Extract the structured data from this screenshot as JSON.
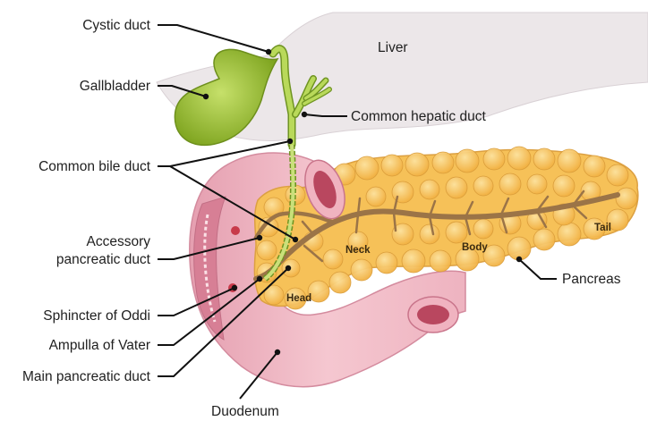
{
  "labels": {
    "cystic_duct": "Cystic duct",
    "gallbladder": "Gallbladder",
    "common_bile_duct": "Common bile duct",
    "accessory_pancreatic_duct_line1": "Accessory",
    "accessory_pancreatic_duct_line2": "pancreatic duct",
    "sphincter_of_oddi": "Sphincter of Oddi",
    "ampulla_of_vater": "Ampulla of Vater",
    "main_pancreatic_duct": "Main pancreatic duct",
    "duodenum": "Duodenum",
    "liver": "Liver",
    "common_hepatic_duct": "Common hepatic duct",
    "pancreas": "Pancreas"
  },
  "regions": {
    "neck": "Neck",
    "body": "Body",
    "head": "Head",
    "tail": "Tail"
  },
  "colors": {
    "liver": "#ebe6e8",
    "gallbladder": "#a9cc3c",
    "pancreas": "#f8c45a",
    "duodenum": "#f1b9c4",
    "ducts": "#9b7447"
  }
}
